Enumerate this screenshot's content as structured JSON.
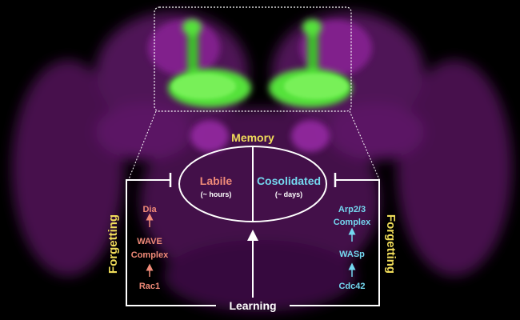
{
  "memory": {
    "title": "Memory",
    "labile": {
      "label": "Labile",
      "duration": "(~ hours)"
    },
    "consolidated": {
      "label": "Cosolidated",
      "duration": "(~ days)"
    }
  },
  "learning": {
    "label": "Learning"
  },
  "left_pathway": {
    "side_label": "Forgetting",
    "steps": [
      "Dia",
      "WAVE Complex",
      "Rac1"
    ],
    "step_lines": {
      "dia": "Dia",
      "wave_1": "WAVE",
      "wave_2": "Complex",
      "rac1": "Rac1"
    }
  },
  "right_pathway": {
    "side_label": "Forgetting",
    "steps": [
      "Arp2/3 Complex",
      "WASp",
      "Cdc42"
    ],
    "step_lines": {
      "arp_1": "Arp2/3",
      "arp_2": "Complex",
      "wasp": "WASp",
      "cdc42": "Cdc42"
    }
  },
  "colors": {
    "background": "#000000",
    "brain_tissue": "#7a1f86",
    "mushroom_body": "#55e23a",
    "memory_title": "#f0dc5a",
    "forgetting": "#f0dc5a",
    "labile": "#f08a78",
    "consolidated": "#74d8f0",
    "left_steps": "#f08a78",
    "right_steps": "#74d8f0",
    "lines": "#ffffff",
    "learning": "#ffffff"
  }
}
